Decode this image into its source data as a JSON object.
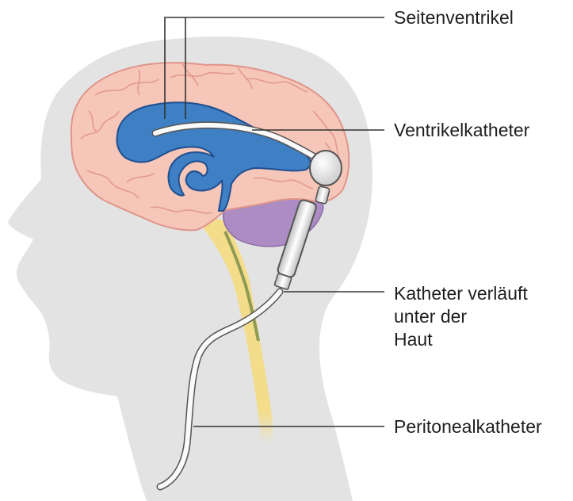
{
  "labels": {
    "lateral_ventricle": "Seitenventrikel",
    "ventricular_catheter": "Ventrikelkatheter",
    "subcutaneous_catheter": [
      "Katheter verläuft",
      "unter der",
      "Haut"
    ],
    "peritoneal_catheter": "Peritonealkatheter"
  },
  "colors": {
    "head_silhouette": "#e3e3e3",
    "brain": "#f6c6b9",
    "brain_outline": "#e0958a",
    "ventricle": "#3f7fc4",
    "ventricle_outline": "#1f4f8f",
    "cerebellum": "#ad8cc4",
    "spinal_cord": "#f3dd8a",
    "catheter": "#fafafa",
    "leader_line": "#333333"
  }
}
